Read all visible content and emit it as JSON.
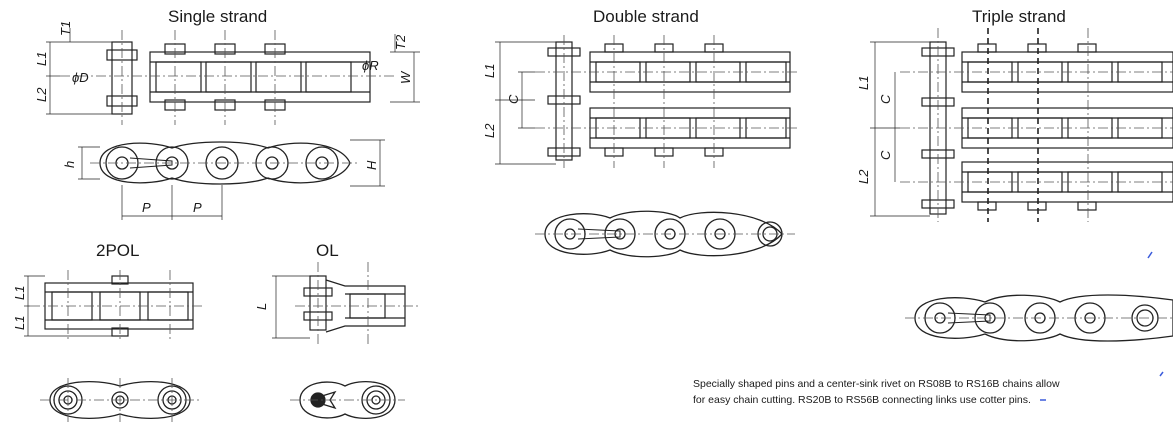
{
  "titles": {
    "single": "Single strand",
    "double": "Double strand",
    "triple": "Triple strand",
    "pol": "2POL",
    "ol": "OL"
  },
  "dims": {
    "T1": "T1",
    "T2": "T2",
    "L1": "L1",
    "L2": "L2",
    "D": "ϕD",
    "R": "ϕR",
    "W": "W",
    "h": "h",
    "H": "H",
    "P": "P",
    "C": "C",
    "L": "L"
  },
  "note": {
    "line1": "Specially shaped pins and a center-sink rivet on RS08B to RS16B chains allow",
    "line2": "for easy chain cutting. RS20B to RS56B connecting links use cotter pins."
  },
  "colors": {
    "line": "#222222",
    "dash": "#555555",
    "watermark": "#3b5bdb"
  }
}
